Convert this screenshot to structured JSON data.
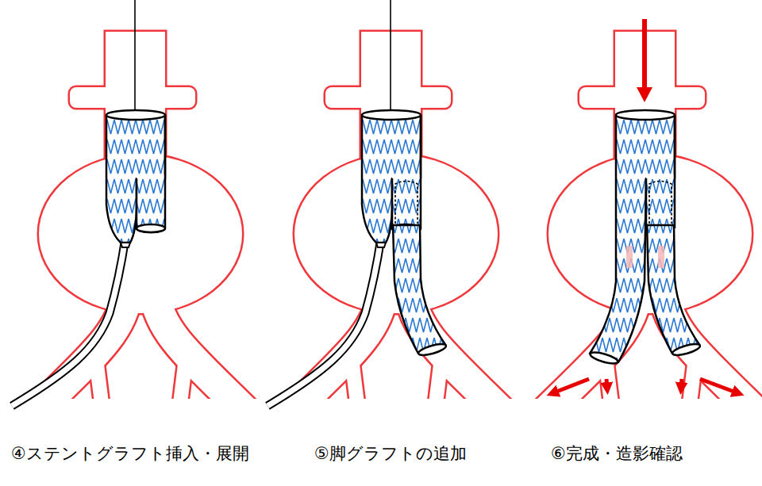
{
  "diagram": {
    "labels": [
      "④ステントグラフト挿入・展開",
      "⑤脚グラフトの追加",
      "⑥完成・造影確認"
    ]
  }
}
